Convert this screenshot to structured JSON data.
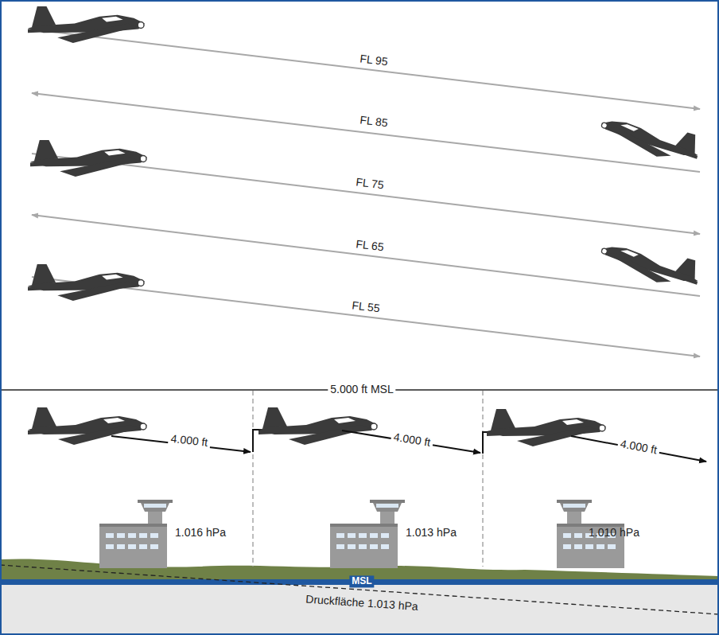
{
  "diagram": {
    "labels": [
      "FL 95",
      "FL 85",
      "FL 75",
      "FL 65",
      "FL 55",
      "5.000 ft MSL",
      "4.000 ft",
      "4.000 ft",
      "4.000 ft",
      "1.016 hPa",
      "1.013 hPa",
      "1.010 hPa",
      "MSL",
      "Druckfläche 1.013 hPa"
    ]
  }
}
